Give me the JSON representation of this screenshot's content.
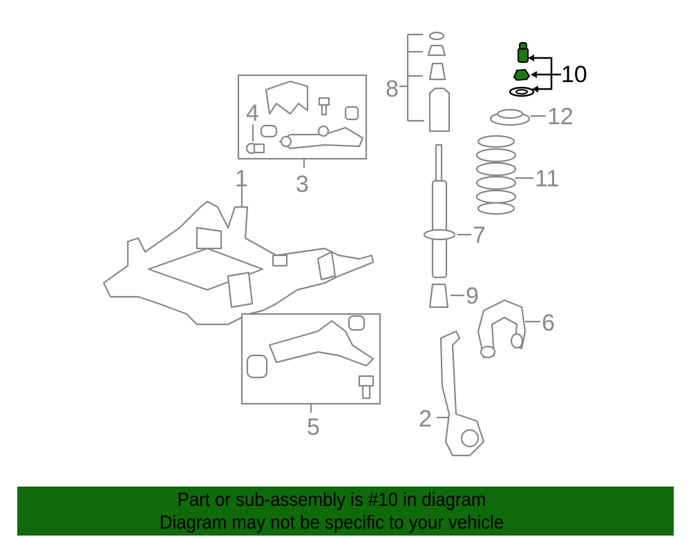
{
  "diagram": {
    "callouts": [
      "1",
      "2",
      "3",
      "4",
      "5",
      "6",
      "7",
      "8",
      "9",
      "10",
      "11",
      "12"
    ],
    "highlighted_part": "10",
    "highlight_color": "#1d7a12"
  },
  "banner": {
    "line1": "Part or sub-assembly is #10 in diagram",
    "line2": "Diagram may not be specific to your vehicle",
    "background": "#0f6a0a"
  }
}
